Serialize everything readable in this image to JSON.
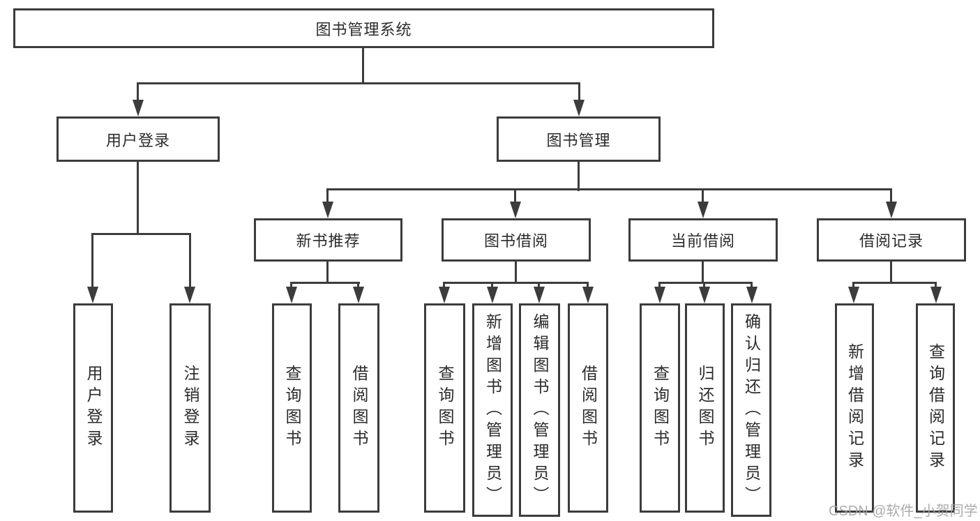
{
  "tree": {
    "root": {
      "label": "图书管理系统"
    },
    "branches": [
      {
        "label": "用户登录",
        "children": [
          {
            "label": "用户登录"
          },
          {
            "label": "注销登录"
          }
        ]
      },
      {
        "label": "图书管理",
        "groups": [
          {
            "label": "新书推荐",
            "children": [
              {
                "label": "查询图书"
              },
              {
                "label": "借阅图书"
              }
            ]
          },
          {
            "label": "图书借阅",
            "children": [
              {
                "label": "查询图书"
              },
              {
                "label": "新增图书（管理员）"
              },
              {
                "label": "编辑图书（管理员）"
              },
              {
                "label": "借阅图书"
              }
            ]
          },
          {
            "label": "当前借阅",
            "children": [
              {
                "label": "查询图书"
              },
              {
                "label": "归还图书"
              },
              {
                "label": "确认归还（管理员）"
              }
            ]
          },
          {
            "label": "借阅记录",
            "children": [
              {
                "label": "新增借阅记录"
              },
              {
                "label": "查询借阅记录"
              }
            ]
          }
        ]
      }
    ]
  },
  "watermark": {
    "text": "CSDN @软件_小贺同学"
  },
  "colors": {
    "line": "#3c3c3c",
    "text": "#2b2b2b",
    "watermark": "#a3a3a3",
    "background": "#ffffff"
  }
}
